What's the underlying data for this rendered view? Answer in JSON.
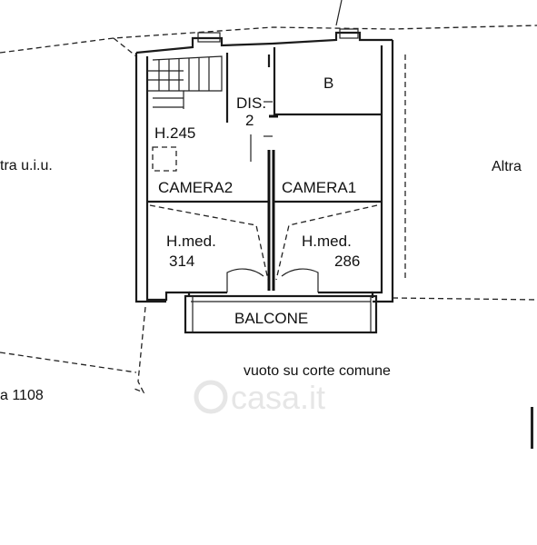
{
  "labels": {
    "room_b": "B",
    "dis": "DIS.",
    "dis_num": "2",
    "height": "H.245",
    "camera2": "CAMERA2",
    "camera1": "CAMERA1",
    "hmed_left": "H.med.",
    "hmed_left_val": "314",
    "hmed_right": "H.med.",
    "hmed_right_val": "286",
    "balcone": "BALCONE",
    "altra_left": "tra u.i.u.",
    "altra_right": "Altra",
    "bottom_note": "vuoto su corte comune",
    "parcel": "a 1108"
  },
  "watermark": "casa.it",
  "colors": {
    "ink": "#111111",
    "watermark": "#e6e6e6",
    "background": "#ffffff"
  }
}
